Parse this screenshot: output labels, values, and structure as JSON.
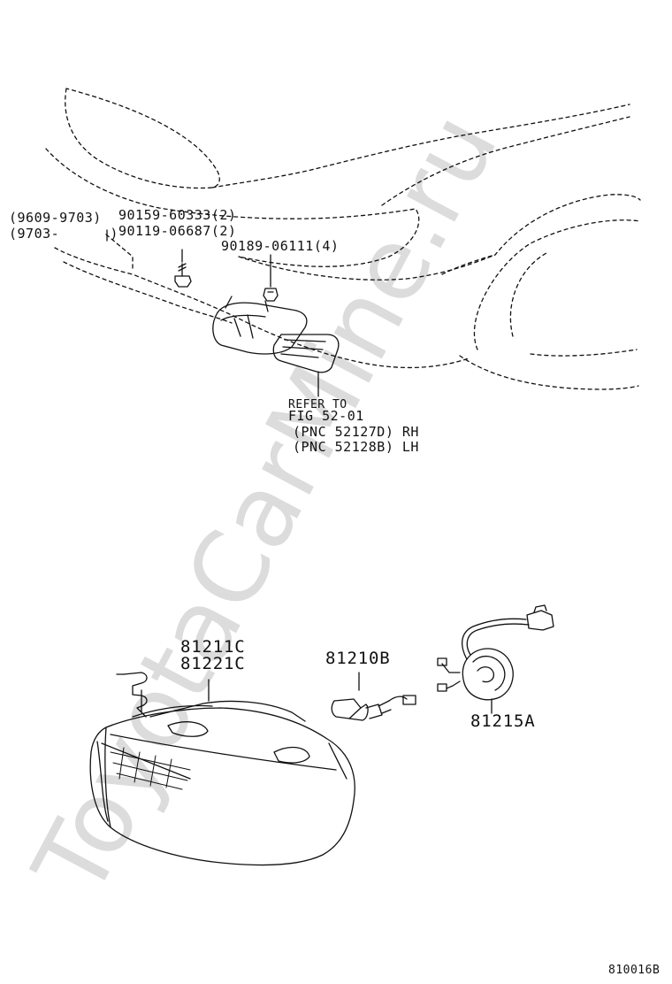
{
  "labels": {
    "date_range_1": "(9609-9703)",
    "date_range_2": "(9703-      )",
    "part_90159": "90159-60333(2)",
    "part_90119": "90119-06687(2)",
    "part_90189": "90189-06111(4)",
    "refer_line1": "REFER TO",
    "refer_line2": "FIG 52-01",
    "pnc_rh": "(PNC 52127D) RH",
    "pnc_lh": "(PNC 52128B) LH",
    "part_81211c": "81211C",
    "part_81221c": "81221C",
    "part_81210b": "81210B",
    "part_81215a": "81215A",
    "figure_code": "810016B"
  },
  "watermark": "ToyotaCarMine.ru",
  "colors": {
    "line": "#111111",
    "watermark": "#d6d6d6"
  }
}
